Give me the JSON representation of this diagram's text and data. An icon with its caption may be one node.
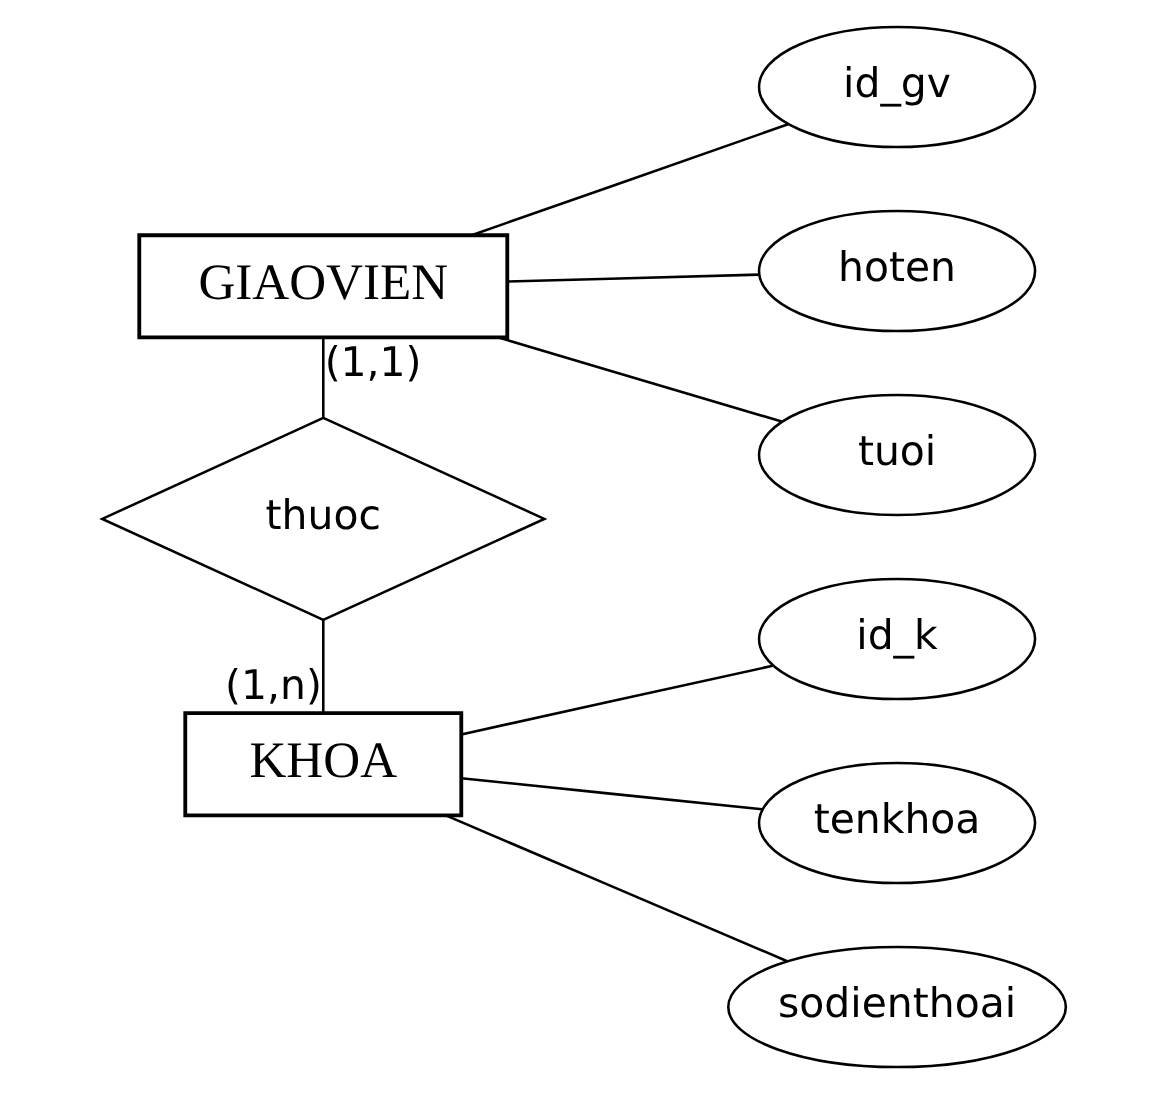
{
  "diagram": {
    "nodes": [
      {
        "text": [
          "GIAOVIEN"
        ]
      },
      {
        "text": [
          "id_gv"
        ]
      },
      {
        "text": [
          "hoten"
        ]
      },
      {
        "text": [
          "tuoi"
        ]
      },
      {
        "text": [
          "thuoc"
        ]
      },
      {
        "text": [
          "KHOA"
        ]
      },
      {
        "text": [
          "id_k"
        ]
      },
      {
        "text": [
          "tenkhoa"
        ]
      },
      {
        "text": [
          "sodienthoai"
        ]
      }
    ],
    "edges": [
      {
        "from": 0,
        "to": 1,
        "arrow": "none"
      },
      {
        "from": 0,
        "to": 2,
        "arrow": "none"
      },
      {
        "from": 0,
        "to": 3,
        "arrow": "none"
      },
      {
        "from": 0,
        "to": 4,
        "arrow": "none",
        "label": "(1,1)"
      },
      {
        "from": 4,
        "to": 5,
        "arrow": "none",
        "label": "(1,n)"
      },
      {
        "from": 5,
        "to": 6,
        "arrow": "none"
      },
      {
        "from": 5,
        "to": 7,
        "arrow": "none"
      },
      {
        "from": 5,
        "to": 8,
        "arrow": "none"
      }
    ]
  }
}
